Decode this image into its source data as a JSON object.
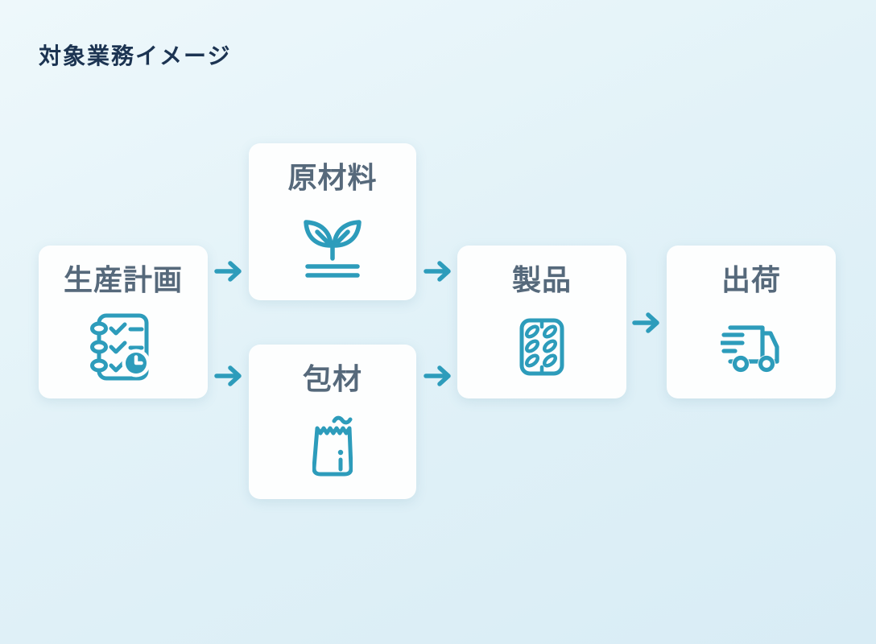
{
  "page": {
    "title": "対象業務イメージ"
  },
  "colors": {
    "background": "#e3f1f8",
    "card_background": "#fdfefe",
    "accent_teal": "#2d9cbb",
    "title_navy": "#1c3452",
    "label_slate": "#56697b"
  },
  "flow": {
    "nodes": [
      {
        "id": "production-plan",
        "label": "生産計画",
        "icon": "checklist-clock-icon"
      },
      {
        "id": "raw-materials",
        "label": "原材料",
        "icon": "sprout-icon"
      },
      {
        "id": "packaging-materials",
        "label": "包材",
        "icon": "paper-bag-icon"
      },
      {
        "id": "products",
        "label": "製品",
        "icon": "blister-pack-icon"
      },
      {
        "id": "shipping",
        "label": "出荷",
        "icon": "delivery-truck-icon"
      }
    ],
    "edges": [
      {
        "from": "生産計画",
        "to": "原材料"
      },
      {
        "from": "生産計画",
        "to": "包材"
      },
      {
        "from": "原材料",
        "to": "製品"
      },
      {
        "from": "包材",
        "to": "製品"
      },
      {
        "from": "製品",
        "to": "出荷"
      }
    ]
  }
}
